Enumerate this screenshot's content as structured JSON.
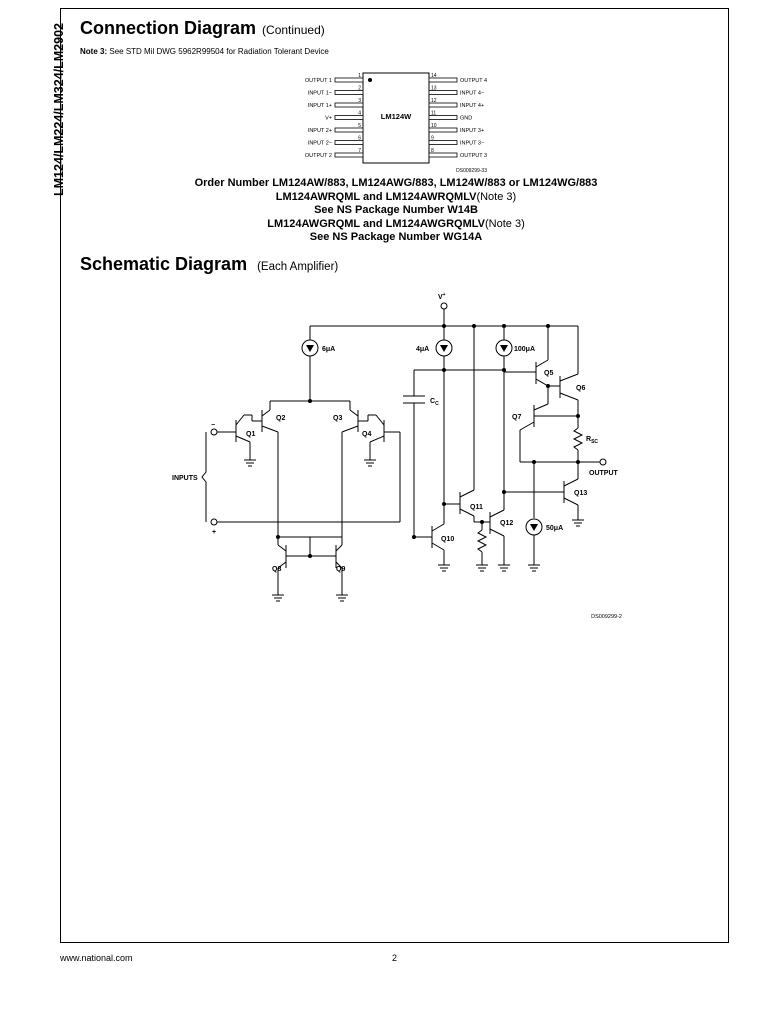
{
  "side_title": "LM124/LM224/LM324/LM2902",
  "connection": {
    "title": "Connection Diagram",
    "continued": "(Continued)",
    "note_label": "Note 3:",
    "note_text": "See STD Mil DWG 5962R99504 for Radiation Tolerant Device",
    "chip_label": "LM124W",
    "left_pins": [
      {
        "num": "1",
        "label": "OUTPUT 1"
      },
      {
        "num": "2",
        "label": "INPUT 1−"
      },
      {
        "num": "3",
        "label": "INPUT 1+"
      },
      {
        "num": "4",
        "label": "V+"
      },
      {
        "num": "5",
        "label": "INPUT 2+"
      },
      {
        "num": "6",
        "label": "INPUT 2−"
      },
      {
        "num": "7",
        "label": "OUTPUT 2"
      }
    ],
    "right_pins": [
      {
        "num": "14",
        "label": "OUTPUT 4"
      },
      {
        "num": "13",
        "label": "INPUT 4−"
      },
      {
        "num": "12",
        "label": "INPUT 4+"
      },
      {
        "num": "11",
        "label": "GND"
      },
      {
        "num": "10",
        "label": "INPUT 3+"
      },
      {
        "num": "9",
        "label": "INPUT 3−"
      },
      {
        "num": "8",
        "label": "OUTPUT 3"
      }
    ],
    "figure_id": "DS009299-33"
  },
  "order": {
    "line1": "Order Number LM124AW/883, LM124AWG/883, LM124W/883 or LM124WG/883",
    "line2": "LM124AWRQML and LM124AWRQMLV",
    "line2_note": "(Note 3)",
    "line3": "See NS Package Number W14B",
    "line4": "LM124AWGRQML and LM124AWGRQMLV",
    "line4_note": "(Note 3)",
    "line5": "See NS Package Number WG14A"
  },
  "schematic": {
    "title": "Schematic Diagram",
    "subtitle": "(Each Amplifier)",
    "vplus": "V",
    "vplus_sup": "+",
    "src_6": "6μA",
    "src_4": "4μA",
    "src_100": "100μA",
    "src_50": "50μA",
    "cap": "C",
    "cap_sub": "C",
    "rsc": "R",
    "rsc_sub": "SC",
    "inputs": "INPUTS",
    "minus": "−",
    "plus": "+",
    "output": "OUTPUT",
    "transistors": [
      "Q1",
      "Q2",
      "Q3",
      "Q4",
      "Q5",
      "Q6",
      "Q7",
      "Q8",
      "Q9",
      "Q10",
      "Q11",
      "Q12",
      "Q13"
    ],
    "figure_id": "DS009299-2"
  },
  "footer": {
    "url": "www.national.com",
    "page": "2"
  }
}
